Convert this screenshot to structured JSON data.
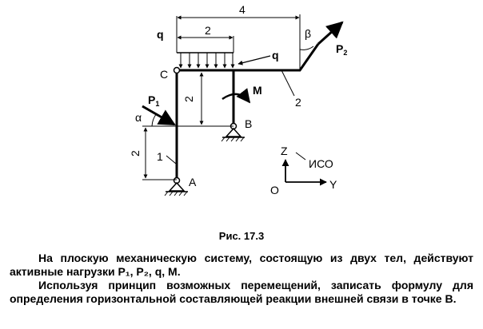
{
  "figure": {
    "dim_top": "4",
    "dim_mid": "2",
    "dim_vert_upper": "2",
    "dim_vert_lower": "2",
    "label_q_left": "q",
    "label_q_right": "q",
    "label_C": "C",
    "label_B": "B",
    "label_A": "A",
    "label_M": "M",
    "label_P1": "P",
    "label_P1_sub": "1",
    "label_P2": "P",
    "label_P2_sub": "2",
    "label_alpha": "α",
    "label_beta": "β",
    "label_body1": "1",
    "label_body2": "2",
    "axis_Z": "Z",
    "axis_Y": "Y",
    "axis_O": "O",
    "axis_frame": "ИСО"
  },
  "caption": "Рис. 17.3",
  "paragraph1": "На плоскую механическую систему, состоящую из двух тел, действуют активные нагрузки P₁, P₂, q, M.",
  "paragraph2": "Используя принцип возможных перемещений, записать формулу для определения горизонтальной составляющей реакции внешней связи в точке В."
}
